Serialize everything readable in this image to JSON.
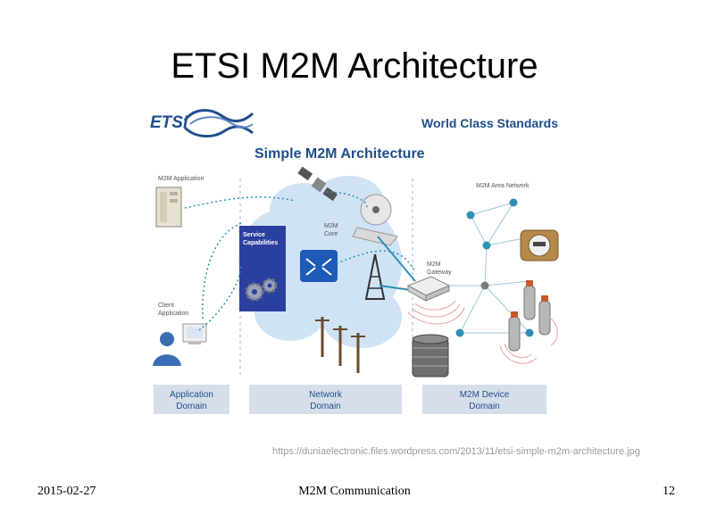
{
  "slide": {
    "title": "ETSI M2M Architecture",
    "source_url": "https://duniaelectronic.files.wordpress.com/2013/11/etsi-simple-m2m-architecture.jpg",
    "footer_date": "2015-02-27",
    "footer_title": "M2M Communication",
    "page_number": "12"
  },
  "figure": {
    "logo_text": "ETSI",
    "tagline": "World Class Standards",
    "heading": "Simple M2M Architecture",
    "labels": {
      "m2m_application": "M2M Application",
      "client_application_line1": "Client",
      "client_application_line2": "Application",
      "service_capabilities_line1": "Service",
      "service_capabilities_line2": "Capabilities",
      "m2m_core_line1": "M2M",
      "m2m_core_line2": "Core",
      "m2m_gateway_line1": "M2M",
      "m2m_gateway_line2": "Gateway",
      "m2m_area_network": "M2M Area Network"
    },
    "domains": [
      {
        "line1": "Application",
        "line2": "Domain"
      },
      {
        "line1": "Network",
        "line2": "Domain"
      },
      {
        "line1": "M2M Device",
        "line2": "Domain"
      }
    ],
    "colors": {
      "logo_blue": "#1f4e8c",
      "domain_box": "#d6deea",
      "domain_text": "#1f4e8c",
      "cloud": "#cfe3f5",
      "service_box": "#2b3f9e",
      "link": "#2d8fb8",
      "node": "#2f8fb4"
    }
  }
}
